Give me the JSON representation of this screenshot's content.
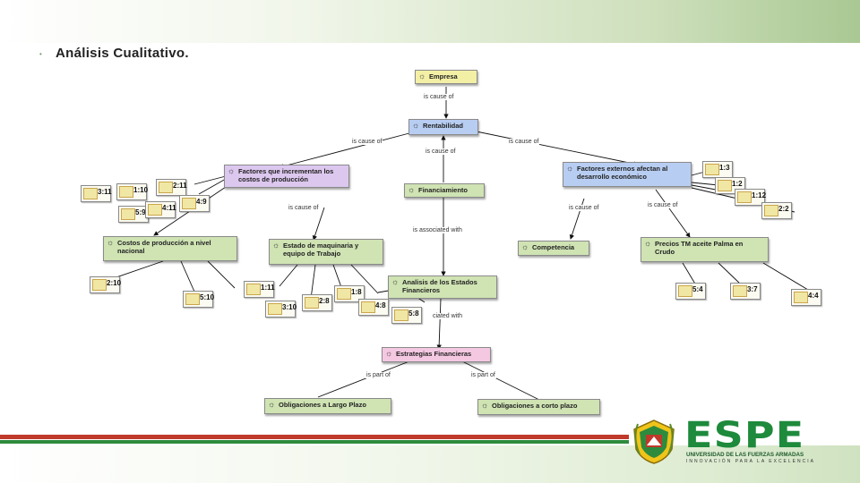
{
  "slide": {
    "bullet": "•",
    "title": "Análisis Cualitativo."
  },
  "logo": {
    "name": "ESPE",
    "university": "UNIVERSIDAD DE LAS FUERZAS ARMADAS",
    "slogan": "INNOVACIÓN PARA LA EXCELENCIA"
  },
  "colors": {
    "stripe_red": "#c0392b",
    "stripe_green": "#2e8b3d",
    "brand_green": "#1e8a3c"
  },
  "nodes": {
    "empresa": "Empresa",
    "rentabilidad": "Rentabilidad",
    "factores_incrementan": "Factores que incrementan los costos de producción",
    "factores_externos": "Factores externos afectan al desarrollo económico",
    "financiamiento": "Financiamiento",
    "costos_produccion": "Costos de producción a nivel nacional",
    "estado_maquinaria": "Estado de maquinaria y equipo de Trabajo",
    "competencia": "Competencia",
    "precios_tm": "Precios TM aceite Palma en Crudo",
    "analisis_estados": "Analisis de los Estados Financieros",
    "estrategias": "Estrategias Financieras",
    "obligaciones_largo": "Obligaciones a Largo Plazo",
    "obligaciones_corto": "Obligaciones a corto plazo"
  },
  "relations": {
    "r1": "is cause of",
    "r2": "is cause of",
    "r3": "is cause of",
    "r4": "is cause of",
    "r5": "is cause of",
    "r6": "is cause of",
    "r7": "is cause of",
    "r8": "is associated with",
    "r9": "ciated with",
    "r10": "is part of",
    "r11": "is part of"
  },
  "quotes": {
    "q1": "3:11",
    "q2": "1:10",
    "q3": "2:11",
    "q4": "4:9",
    "q5": "5:9",
    "q6": "4:11",
    "q7": "1:3",
    "q8": "1:2",
    "q9": "1:12",
    "q10": "2:2",
    "q11": "2:10",
    "q12": "5:10",
    "q13": "1:11",
    "q14": "3:10",
    "q15": "2:8",
    "q16": "1:8",
    "q17": "4:8",
    "q18": "5:8",
    "q19": "5:4",
    "q20": "3:7",
    "q21": "4:4"
  }
}
